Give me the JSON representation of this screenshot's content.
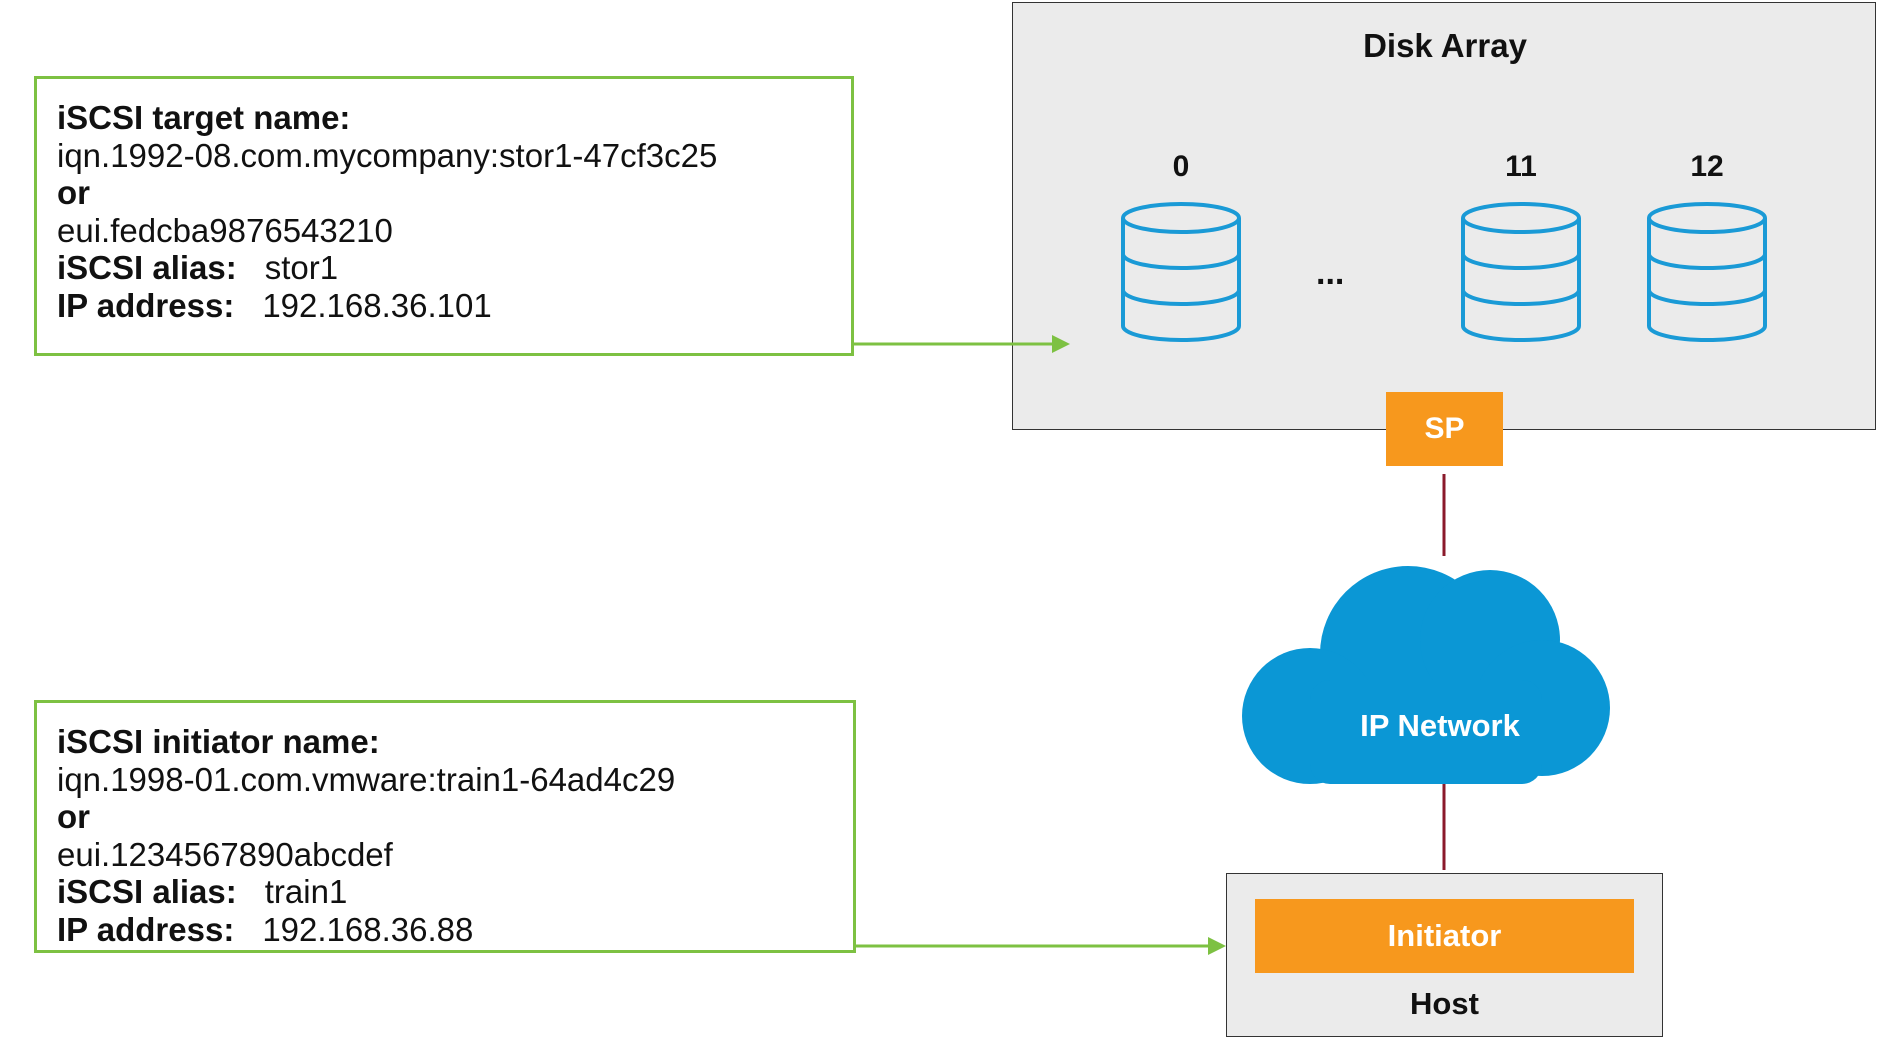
{
  "target_info": {
    "name_label": "iSCSI target name:",
    "iqn": "iqn.1992-08.com.mycompany:stor1-47cf3c25",
    "or": "or",
    "eui": "eui.fedcba9876543210",
    "alias_label": "iSCSI alias:",
    "alias": "stor1",
    "ip_label": "IP address:",
    "ip": "192.168.36.101"
  },
  "initiator_info": {
    "name_label": "iSCSI initiator name:",
    "iqn": "iqn.1998-01.com.vmware:train1-64ad4c29",
    "or": "or",
    "eui": "eui.1234567890abcdef",
    "alias_label": "iSCSI alias:",
    "alias": "train1",
    "ip_label": "IP address:",
    "ip": "192.168.36.88"
  },
  "disk_array": {
    "title": "Disk Array",
    "disks": [
      "0",
      "11",
      "12"
    ],
    "ellipsis": "...",
    "sp_label": "SP"
  },
  "network": {
    "label": "IP Network"
  },
  "host": {
    "initiator_label": "Initiator",
    "label": "Host"
  },
  "colors": {
    "box_border": "#7dc142",
    "arrow": "#7dc142",
    "disk_stroke": "#1a9ad6",
    "orange": "#f7981d",
    "cloud": "#0b97d5",
    "link": "#8b1a2b",
    "panel": "#ebebeb"
  }
}
